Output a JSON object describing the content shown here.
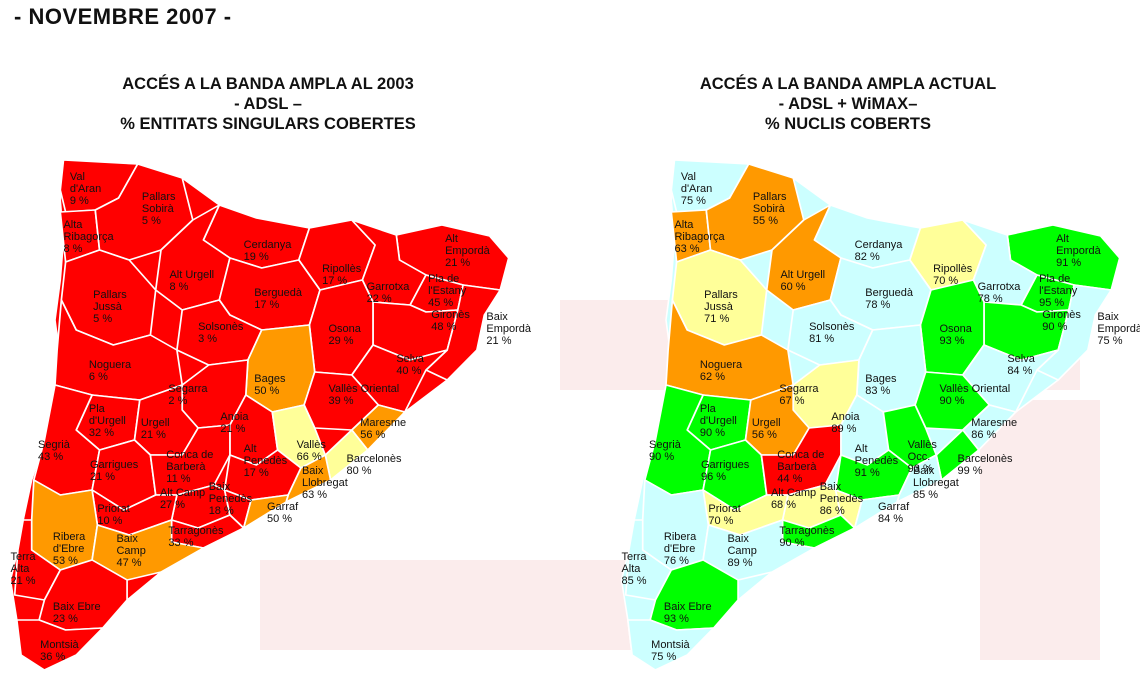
{
  "header": {
    "date": "- NOVEMBRE 2007 -"
  },
  "colors": {
    "red": "#ff0000",
    "orange": "#ff9900",
    "yellow": "#ffff99",
    "green": "#00ff00",
    "lightblue": "#ccffff",
    "border": "#ffffff"
  },
  "maps": [
    {
      "title_line1": "ACCÉS A LA BANDA AMPLA AL 2003",
      "title_line2": "- ADSL –",
      "title_line3": "% ENTITATS SINGULARS COBERTES",
      "regions": [
        {
          "name": "Val d'Aran",
          "lines": [
            "Val",
            "d'Aran",
            "9 %"
          ]
        },
        {
          "name": "Alta Ribagorça",
          "lines": [
            "Alta",
            "Ribagorça",
            "8 %"
          ]
        },
        {
          "name": "Pallars Sobirà",
          "lines": [
            "Pallars",
            "Sobirà",
            "5 %"
          ]
        },
        {
          "name": "Cerdanya",
          "lines": [
            "Cerdanya",
            "19 %"
          ]
        },
        {
          "name": "Alt Urgell",
          "lines": [
            "Alt Urgell",
            "8 %"
          ]
        },
        {
          "name": "Ripollès",
          "lines": [
            "Ripollès",
            "17 %"
          ]
        },
        {
          "name": "Alt Empordà",
          "lines": [
            "Alt",
            "Empordà",
            "21 %"
          ]
        },
        {
          "name": "Pallars Jussà",
          "lines": [
            "Pallars",
            "Jussà",
            "5 %"
          ]
        },
        {
          "name": "Berguedà",
          "lines": [
            "Berguedà",
            "17 %"
          ]
        },
        {
          "name": "Garrotxa",
          "lines": [
            "Garrotxa",
            "22 %"
          ]
        },
        {
          "name": "Pla de l'Estany",
          "lines": [
            "Pla de",
            "l'Estany",
            "45 %"
          ]
        },
        {
          "name": "Solsonès",
          "lines": [
            "Solsonès",
            "3 %"
          ]
        },
        {
          "name": "Gironès",
          "lines": [
            "Gironès",
            "48 %"
          ]
        },
        {
          "name": "Baix Empordà",
          "lines": [
            "Baix",
            "Empordà",
            "21 %"
          ]
        },
        {
          "name": "Osona",
          "lines": [
            "Osona",
            "29 %"
          ]
        },
        {
          "name": "Noguera",
          "lines": [
            "Noguera",
            "6 %"
          ]
        },
        {
          "name": "Selva",
          "lines": [
            "Selva",
            "40 %"
          ]
        },
        {
          "name": "Bages",
          "lines": [
            "Bages",
            "50 %"
          ]
        },
        {
          "name": "Vallès Oriental",
          "lines": [
            "Vallès Oriental",
            "39 %"
          ]
        },
        {
          "name": "Segarra",
          "lines": [
            "Segarra",
            "2 %"
          ]
        },
        {
          "name": "Pla d'Urgell",
          "lines": [
            "Pla",
            "d'Urgell",
            "32 %"
          ]
        },
        {
          "name": "Urgell",
          "lines": [
            "Urgell",
            "21 %"
          ]
        },
        {
          "name": "Anoia",
          "lines": [
            "Anoia",
            "21 %"
          ]
        },
        {
          "name": "Maresme",
          "lines": [
            "Maresme",
            "56 %"
          ]
        },
        {
          "name": "Vallès Occidental",
          "lines": [
            "Vallès",
            "66 %"
          ]
        },
        {
          "name": "Segrià",
          "lines": [
            "Segrià",
            "43 %"
          ]
        },
        {
          "name": "Garrigues",
          "lines": [
            "Garrigues",
            "21 %"
          ]
        },
        {
          "name": "Conca de Barberà",
          "lines": [
            "Conca de",
            "Barberà",
            "11 %"
          ]
        },
        {
          "name": "Alt Penedès",
          "lines": [
            "Alt",
            "Penedès",
            "17 %"
          ]
        },
        {
          "name": "Barcelonès",
          "lines": [
            "Barcelonès",
            "80 %"
          ]
        },
        {
          "name": "Baix Llobregat",
          "lines": [
            "Baix",
            "Llobregat",
            "63 %"
          ]
        },
        {
          "name": "Alt Camp",
          "lines": [
            "Alt Camp",
            "27 %"
          ]
        },
        {
          "name": "Baix Penedès",
          "lines": [
            "Baix",
            "Penedès",
            "18 %"
          ]
        },
        {
          "name": "Garraf",
          "lines": [
            "Garraf",
            "50 %"
          ]
        },
        {
          "name": "Priorat",
          "lines": [
            "Priorat",
            "10 %"
          ]
        },
        {
          "name": "Tarragonès",
          "lines": [
            "Tarragonès",
            "33 %"
          ]
        },
        {
          "name": "Ribera d'Ebre",
          "lines": [
            "Ribera",
            "d'Ebre",
            "53 %"
          ]
        },
        {
          "name": "Baix Camp",
          "lines": [
            "Baix",
            "Camp",
            "47 %"
          ]
        },
        {
          "name": "Terra Alta",
          "lines": [
            "Terra",
            "Alta",
            "21 %"
          ]
        },
        {
          "name": "Baix Ebre",
          "lines": [
            "Baix Ebre",
            "23 %"
          ]
        },
        {
          "name": "Montsià",
          "lines": [
            "Montsià",
            "36 %"
          ]
        }
      ]
    },
    {
      "title_line1": "ACCÉS A LA BANDA AMPLA ACTUAL",
      "title_line2": "- ADSL + WiMAX–",
      "title_line3": "% NUCLIS COBERTS",
      "regions": [
        {
          "name": "Val d'Aran",
          "lines": [
            "Val",
            "d'Aran",
            "75 %"
          ]
        },
        {
          "name": "Alta Ribagorça",
          "lines": [
            "Alta",
            "Ribagorça",
            "63 %"
          ]
        },
        {
          "name": "Pallars Sobirà",
          "lines": [
            "Pallars",
            "Sobirà",
            "55 %"
          ]
        },
        {
          "name": "Cerdanya",
          "lines": [
            "Cerdanya",
            "82 %"
          ]
        },
        {
          "name": "Alt Urgell",
          "lines": [
            "Alt Urgell",
            "60 %"
          ]
        },
        {
          "name": "Ripollès",
          "lines": [
            "Ripollès",
            "70 %"
          ]
        },
        {
          "name": "Alt Empordà",
          "lines": [
            "Alt",
            "Empordà",
            "91 %"
          ]
        },
        {
          "name": "Pallars Jussà",
          "lines": [
            "Pallars",
            "Jussà",
            "71 %"
          ]
        },
        {
          "name": "Berguedà",
          "lines": [
            "Berguedà",
            "78 %"
          ]
        },
        {
          "name": "Garrotxa",
          "lines": [
            "Garrotxa",
            "78 %"
          ]
        },
        {
          "name": "Pla de l'Estany",
          "lines": [
            "Pla de",
            "l'Estany",
            "95 %"
          ]
        },
        {
          "name": "Solsonès",
          "lines": [
            "Solsonès",
            "81 %"
          ]
        },
        {
          "name": "Gironès",
          "lines": [
            "Gironès",
            "90 %"
          ]
        },
        {
          "name": "Baix Empordà",
          "lines": [
            "Baix",
            "Empordà",
            "75 %"
          ]
        },
        {
          "name": "Osona",
          "lines": [
            "Osona",
            "93 %"
          ]
        },
        {
          "name": "Noguera",
          "lines": [
            "Noguera",
            "62 %"
          ]
        },
        {
          "name": "Selva",
          "lines": [
            "Selva",
            "84 %"
          ]
        },
        {
          "name": "Bages",
          "lines": [
            "Bages",
            "83 %"
          ]
        },
        {
          "name": "Vallès Oriental",
          "lines": [
            "Vallès Oriental",
            "90 %"
          ]
        },
        {
          "name": "Segarra",
          "lines": [
            "Segarra",
            "67 %"
          ]
        },
        {
          "name": "Pla d'Urgell",
          "lines": [
            "Pla",
            "d'Urgell",
            "90 %"
          ]
        },
        {
          "name": "Urgell",
          "lines": [
            "Urgell",
            "56 %"
          ]
        },
        {
          "name": "Anoia",
          "lines": [
            "Anoia",
            "89 %"
          ]
        },
        {
          "name": "Maresme",
          "lines": [
            "Maresme",
            "86 %"
          ]
        },
        {
          "name": "Vallès Occidental",
          "lines": [
            "Vallès",
            "Occ.",
            "93 %"
          ]
        },
        {
          "name": "Segrià",
          "lines": [
            "Segrià",
            "90 %"
          ]
        },
        {
          "name": "Garrigues",
          "lines": [
            "Garrigues",
            "96 %"
          ]
        },
        {
          "name": "Conca de Barberà",
          "lines": [
            "Conca de",
            "Barberà",
            "44 %"
          ]
        },
        {
          "name": "Alt Penedès",
          "lines": [
            "Alt",
            "Penedès",
            "91 %"
          ]
        },
        {
          "name": "Barcelonès",
          "lines": [
            "Barcelonès",
            "99 %"
          ]
        },
        {
          "name": "Baix Llobregat",
          "lines": [
            "Baix",
            "Llobregat",
            "85 %"
          ]
        },
        {
          "name": "Alt Camp",
          "lines": [
            "Alt Camp",
            "68 %"
          ]
        },
        {
          "name": "Baix Penedès",
          "lines": [
            "Baix",
            "Penedès",
            "86 %"
          ]
        },
        {
          "name": "Garraf",
          "lines": [
            "Garraf",
            "84 %"
          ]
        },
        {
          "name": "Priorat",
          "lines": [
            "Priorat",
            "70 %"
          ]
        },
        {
          "name": "Tarragonès",
          "lines": [
            "Tarragonès",
            "90 %"
          ]
        },
        {
          "name": "Ribera d'Ebre",
          "lines": [
            "Ribera",
            "d'Ebre",
            "76 %"
          ]
        },
        {
          "name": "Baix Camp",
          "lines": [
            "Baix",
            "Camp",
            "89 %"
          ]
        },
        {
          "name": "Terra Alta",
          "lines": [
            "Terra",
            "Alta",
            "85 %"
          ]
        },
        {
          "name": "Baix Ebre",
          "lines": [
            "Baix Ebre",
            "93 %"
          ]
        },
        {
          "name": "Montsià",
          "lines": [
            "Montsià",
            "75 %"
          ]
        }
      ]
    }
  ]
}
